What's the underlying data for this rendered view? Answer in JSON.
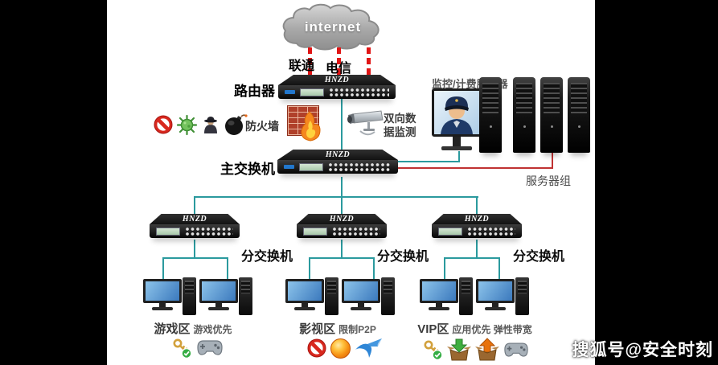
{
  "watermark": "搜狐号@安全时刻",
  "cloud": {
    "label": "internet"
  },
  "isp": {
    "left": "联通",
    "right": "电信"
  },
  "router": {
    "label": "路由器",
    "brand": "HNZD"
  },
  "firewall": {
    "label": "防火墙"
  },
  "threat_icons": [
    "no-entry-icon",
    "virus-icon",
    "spy-icon",
    "bomb-icon"
  ],
  "data_monitor": {
    "label_line1": "双向数",
    "label_line2": "据监测"
  },
  "billing_server": {
    "label": "监控/计费服务器"
  },
  "main_switch": {
    "label": "主交换机",
    "brand": "HNZD"
  },
  "server_group": {
    "label": "服务器组"
  },
  "sub_switches": [
    {
      "label": "分交换机",
      "brand": "HNZD"
    },
    {
      "label": "分交换机",
      "brand": "HNZD"
    },
    {
      "label": "分交换机",
      "brand": "HNZD"
    }
  ],
  "zones": [
    {
      "name": "游戏区",
      "policy": "游戏优先",
      "icons": [
        "key-check-icon",
        "gamepad-icon"
      ]
    },
    {
      "name": "影视区",
      "policy": "限制P2P",
      "icons": [
        "no-entry-icon",
        "bitcomet-icon",
        "thunder-icon"
      ]
    },
    {
      "name": "VIP区",
      "policy": "应用优先 弹性带宽",
      "icons": [
        "key-check-icon",
        "box-download-icon",
        "box-upload-icon",
        "gamepad-icon"
      ]
    }
  ],
  "colors": {
    "link_teal": "#2b9a9e",
    "isp_dashed_red": "#e01515",
    "server_link_red": "#c03232",
    "device_black": "#111111"
  }
}
